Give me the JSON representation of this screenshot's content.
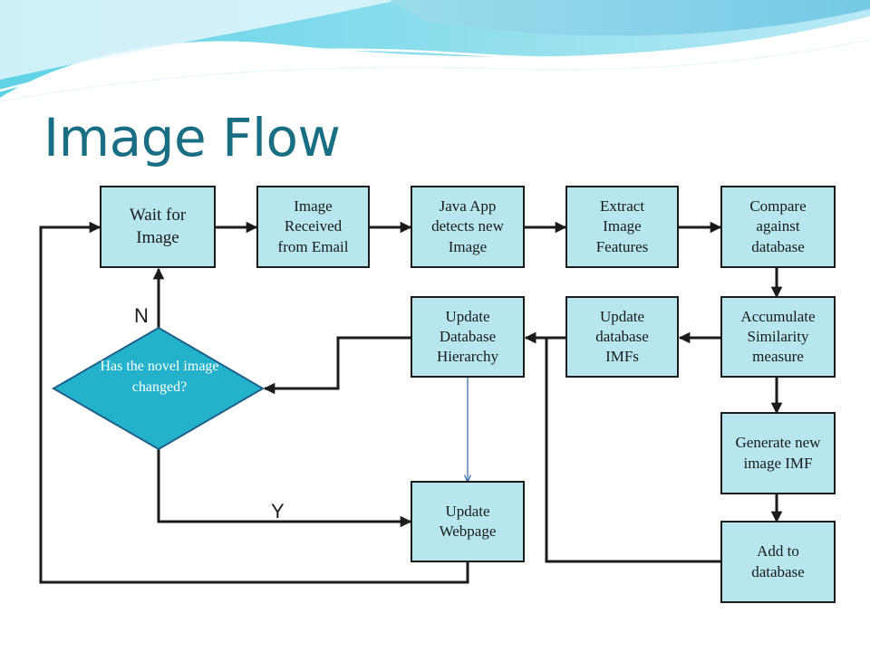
{
  "title": "Image Flow",
  "boxes": {
    "wait": "Wait for Image",
    "received": "Image Received from Email",
    "java": "Java App detects new Image",
    "extract": "Extract Image Features",
    "compare": "Compare against database",
    "accumulate": "Accumulate Similarity measure",
    "update_imfs": "Update database IMFs",
    "update_hierarchy": "Update Database Hierarchy",
    "generate": "Generate new image IMF",
    "add": "Add to database",
    "webpage": "Update Webpage"
  },
  "decision": "Has the novel image changed?",
  "labels": {
    "no": "N",
    "yes": "Y"
  },
  "colors": {
    "title": "#1a6e84",
    "box_fill": "#b7e6ee",
    "diamond_fill": "#23b1cb",
    "connector": "#1b1b1b",
    "thin_arrow": "#2f66a8"
  }
}
